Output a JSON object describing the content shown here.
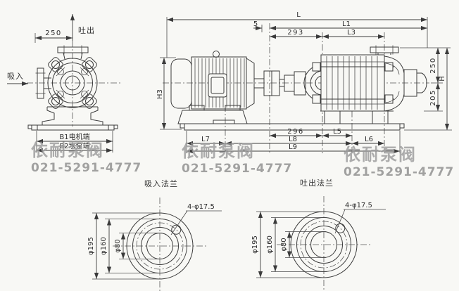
{
  "watermarks": [
    {
      "name": "依耐泵阀",
      "phone": "021-5291-4777"
    },
    {
      "name": "依耐泵阀",
      "phone": "021-5291-4777"
    },
    {
      "name": "依耐泵阀",
      "phone": "021-5291-4777"
    }
  ],
  "front_view": {
    "dim_width": "250",
    "discharge_label": "吐出",
    "suction_label": "吸入",
    "dim_motor_end": "B1电机端",
    "dim_pump_end": "B2水泵端"
  },
  "side_view": {
    "dim_total_length": "L",
    "dim_l1": "L1",
    "dim_gap": "5",
    "dim_293": "293",
    "dim_l3": "L3",
    "dim_motor_height": "H3",
    "dim_flange_height": "250",
    "dim_h": "H",
    "dim_center_height": "205",
    "dim_296": "296",
    "dim_l5": "L5",
    "dim_l6": "L6",
    "dim_l7": "L7",
    "dim_l8": "L8",
    "dim_l9": "L9"
  },
  "suction_flange": {
    "title": "吸入法兰",
    "bolt_holes": "4-φ17.5",
    "outer_dia": "φ195",
    "bolt_circle_dia": "φ160",
    "bore_dia": "φ80"
  },
  "discharge_flange": {
    "title": "吐出法兰",
    "bolt_holes": "4-φ17.5",
    "outer_dia": "φ195",
    "bolt_circle_dia": "φ160",
    "bore_dia": "φ80"
  }
}
